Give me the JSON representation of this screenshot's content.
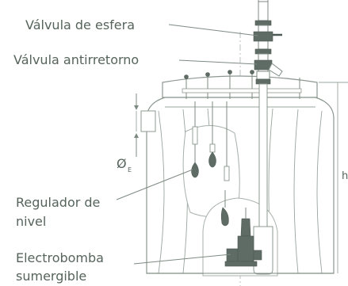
{
  "labels": {
    "ball_valve": "Válvula de esfera",
    "check_valve": "Válvula antirretorno",
    "level_regulator_1": "Regulador de",
    "level_regulator_2": "nivel",
    "pump_1": "Electrobomba",
    "pump_2": "sumergible",
    "diameter_symbol": "Ø",
    "diameter_subscript": "E",
    "right_letter": "h"
  },
  "colors": {
    "text": "#56645c",
    "line": "#7d8a82",
    "component": "#5f6c66"
  }
}
